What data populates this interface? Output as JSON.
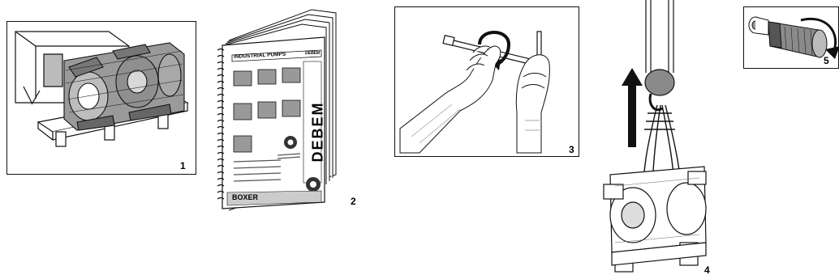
{
  "figures": [
    {
      "id": "1",
      "label": "1",
      "subject": "pump-on-pallet-in-crate"
    },
    {
      "id": "2",
      "label": "2",
      "subject": "instruction-manual"
    },
    {
      "id": "3",
      "label": "3",
      "subject": "hands-tightening-tie-rod"
    },
    {
      "id": "4",
      "label": "4",
      "subject": "lifting-pump-with-sling"
    },
    {
      "id": "5",
      "label": "5",
      "subject": "screwing-silencer"
    }
  ],
  "manual": {
    "header": "INDUSTRIAL PUMPS",
    "brand_side": "DEBEM",
    "brand_small": "DEBEM",
    "model": "BOXER"
  },
  "colors": {
    "ink": "#111111",
    "paper": "#ffffff",
    "grey": "#8a8a8a"
  }
}
